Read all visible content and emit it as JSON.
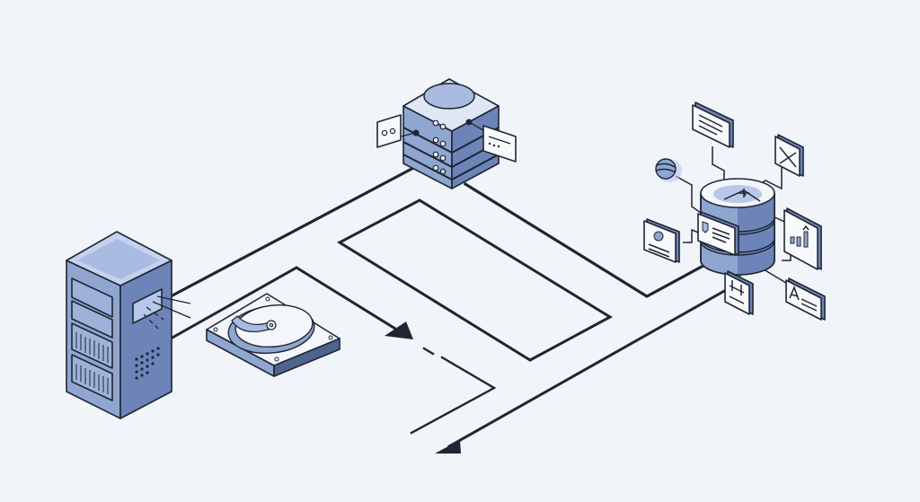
{
  "diagram": {
    "title": "",
    "style": "isometric line illustration",
    "palette": {
      "background": "#f1f4f9",
      "stroke": "#1f2633",
      "top": "#aebfdf",
      "face_light": "#8fa6d0",
      "face_dark": "#6c84b8",
      "accent": "#b8c8ea",
      "panel": "#f7f9fc",
      "led": "#cfe8e0"
    },
    "nodes": [
      {
        "id": "tower-server",
        "icon": "tower-server-icon",
        "label": ""
      },
      {
        "id": "rack-server",
        "icon": "rack-server-icon",
        "label": ""
      },
      {
        "id": "hard-drive",
        "icon": "hard-drive-icon",
        "label": ""
      },
      {
        "id": "database",
        "icon": "database-icon",
        "label": ""
      }
    ],
    "database_satellites": [
      {
        "icon": "document-card-icon"
      },
      {
        "icon": "network-arrows-icon"
      },
      {
        "icon": "globe-icon"
      },
      {
        "icon": "security-shield-card-icon"
      },
      {
        "icon": "user-profile-card-icon"
      },
      {
        "icon": "bar-chart-card-icon"
      },
      {
        "icon": "resize-card-icon"
      },
      {
        "icon": "text-font-card-icon"
      }
    ],
    "connections": [
      {
        "from": "tower-server",
        "to": "rack-server",
        "style": "solid"
      },
      {
        "from": "rack-server",
        "to": "database",
        "style": "solid"
      },
      {
        "from": "tower-server",
        "to": "loop-path",
        "style": "solid-arrow-dashed"
      },
      {
        "from": "database",
        "to": "output",
        "style": "solid-arrow"
      }
    ]
  }
}
